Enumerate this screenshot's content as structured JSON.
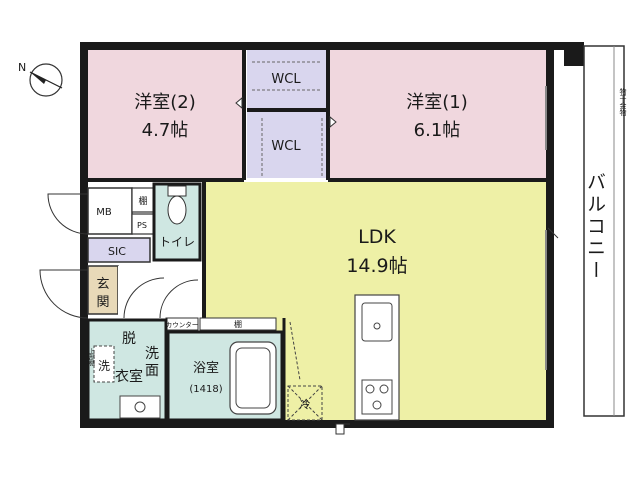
{
  "compass": {
    "north": "N"
  },
  "rooms": {
    "western2": {
      "name": "洋室(2)",
      "size": "4.7帖",
      "color": "#f0d7de"
    },
    "western1": {
      "name": "洋室(1)",
      "size": "6.1帖",
      "color": "#f0d7de"
    },
    "wcl_upper": {
      "name": "WCL",
      "color": "#d9d6ee"
    },
    "wcl_lower": {
      "name": "WCL",
      "color": "#d9d6ee"
    },
    "ldk": {
      "name": "LDK",
      "size": "14.9帖",
      "color": "#eef0a6"
    },
    "mb": {
      "name": "MB"
    },
    "shelf": {
      "name": "棚"
    },
    "ps": {
      "name": "PS"
    },
    "toilet": {
      "name": "トイレ",
      "color": "#cfe7e2"
    },
    "sic": {
      "name": "SIC",
      "color": "#d9d6ee"
    },
    "entrance": {
      "name": "玄関",
      "color": "#e8d9b8"
    },
    "counter": {
      "name": "カウンター"
    },
    "shelf2": {
      "name": "棚"
    },
    "dressing": {
      "name_a": "脱",
      "name_b": "衣室",
      "wash_a": "洗",
      "wash_b": "面",
      "color": "#cfe7e2"
    },
    "laundry": {
      "name": "洗",
      "note": "上部棚"
    },
    "bath": {
      "name": "浴室",
      "size": "(1418)",
      "color": "#cfe7e2"
    },
    "fridge": {
      "name": "冷"
    }
  },
  "balcony": {
    "name": "バルコニー",
    "note": "物干金物"
  }
}
